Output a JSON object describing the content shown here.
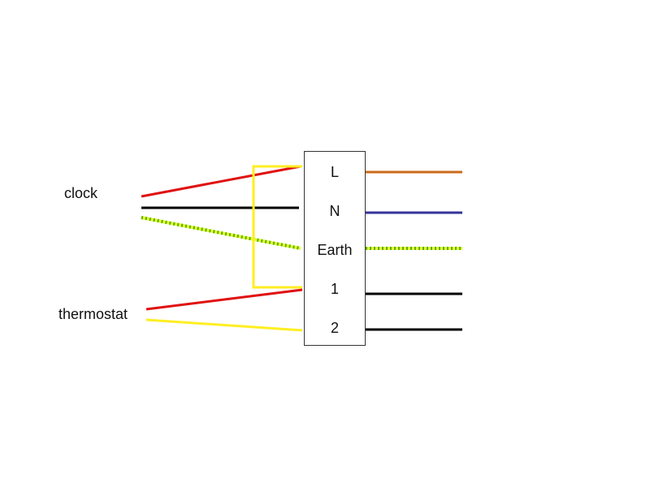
{
  "labels": {
    "clock": "clock",
    "thermostat": "thermostat"
  },
  "terminal_block": {
    "terminals": [
      {
        "label": "L",
        "right_wire_color": "#cc6a1a"
      },
      {
        "label": "N",
        "right_wire_color": "#333399"
      },
      {
        "label": "Earth",
        "right_wire_color": "green-yellow"
      },
      {
        "label": "1",
        "right_wire_color": "#000000"
      },
      {
        "label": "2",
        "right_wire_color": "#000000"
      }
    ]
  },
  "wire_colors": {
    "live_red": "#e01010",
    "neutral_black": "#000000",
    "earth_green": "#66aa00",
    "earth_yellow": "#ddff33",
    "switched_yellow": "#ffee22",
    "brown": "#cc6a1a",
    "blue": "#333399"
  },
  "connections": [
    {
      "from": "clock",
      "wire": "red",
      "to": "L"
    },
    {
      "from": "clock",
      "wire": "black",
      "to": "N"
    },
    {
      "from": "clock",
      "wire": "green-yellow",
      "to": "Earth"
    },
    {
      "from": "thermostat",
      "wire": "red",
      "to": "1"
    },
    {
      "from": "thermostat",
      "wire": "yellow",
      "to": "2"
    },
    {
      "from": "L",
      "wire": "yellow-link",
      "to": "1"
    }
  ]
}
